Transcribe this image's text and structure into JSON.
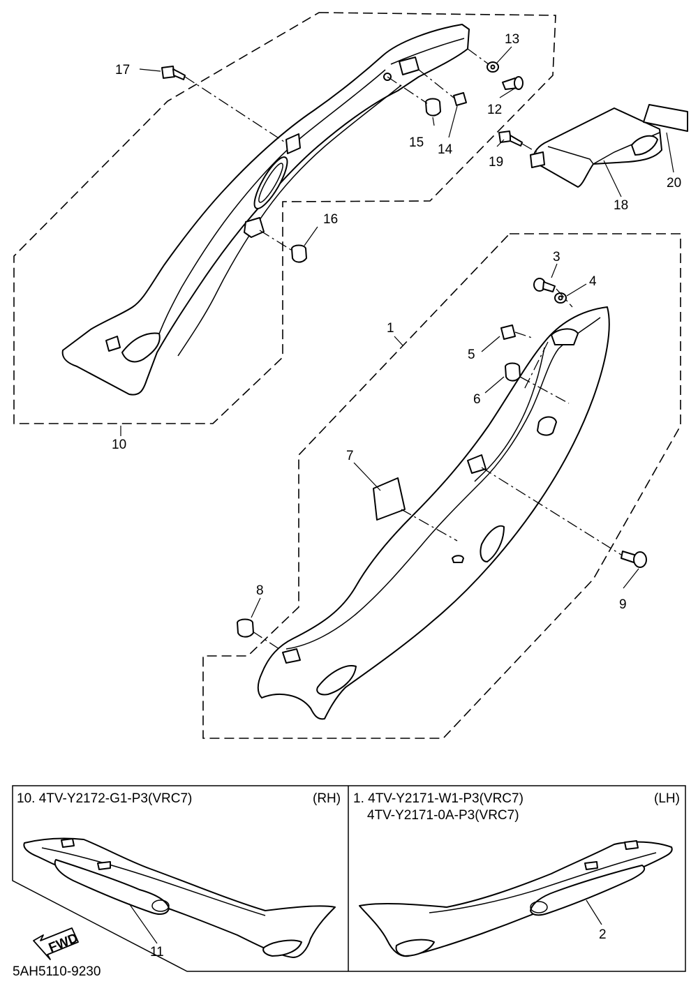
{
  "callouts": {
    "c1": "1",
    "c2": "2",
    "c3": "3",
    "c4": "4",
    "c5": "5",
    "c6": "6",
    "c7": "7",
    "c8": "8",
    "c9": "9",
    "c10": "10",
    "c11": "11",
    "c12": "12",
    "c13": "13",
    "c14": "14",
    "c15": "15",
    "c16": "16",
    "c17": "17",
    "c18": "18",
    "c19": "19",
    "c20": "20"
  },
  "legend": {
    "rh_part": "10. 4TV-Y2172-G1-P3(VRC7)",
    "rh_side": "(RH)",
    "lh_part_1": "1. 4TV-Y2171-W1-P3(VRC7)",
    "lh_part_2": "4TV-Y2171-0A-P3(VRC7)",
    "lh_side": "(LH)"
  },
  "fwd_label": "FWD",
  "diagram_code": "5AH5110-9230"
}
